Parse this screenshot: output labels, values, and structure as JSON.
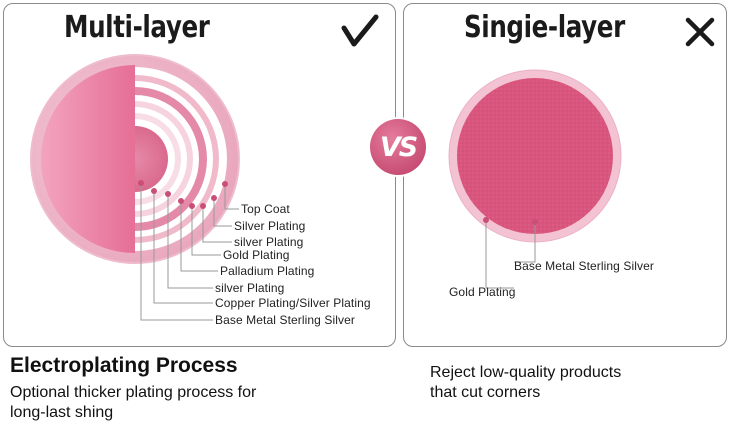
{
  "multi_layer": {
    "title": "Multi-layer",
    "status_icon": "checkmark-icon",
    "labels": [
      "Top Coat",
      "Silver Plating",
      "silver Plating",
      "Gold Plating",
      "Palladium Plating",
      "silver Plating",
      "Copper Plating/Silver Plating",
      "Base Metal Sterling Silver"
    ]
  },
  "vs_badge": "VS",
  "single_layer": {
    "title": "Singie-layer",
    "status_icon": "cross-icon",
    "labels": [
      "Base Metal Sterling Silver",
      "Gold Plating"
    ]
  },
  "footer": {
    "left_title": "Electroplating Process",
    "left_line1": "Optional thicker plating process for",
    "left_line2": "long-last shing",
    "right_line1": "Reject low-quality products",
    "right_line2": "that cut corners"
  },
  "colors": {
    "accent": "#d44c7a",
    "pink_dark": "#c94f76",
    "pink_mid": "#e07a9e",
    "pink_light": "#f2c2d3",
    "single_fill": "#d9557e"
  }
}
